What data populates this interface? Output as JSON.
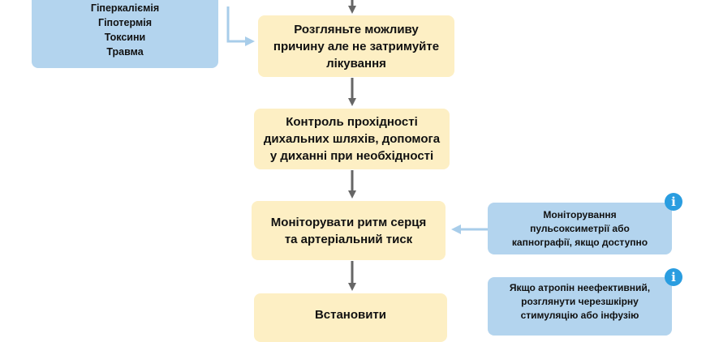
{
  "causes": {
    "items": [
      "Гіперкаліємія",
      "Гіпотермія",
      "Токсини",
      "Травма"
    ]
  },
  "steps": [
    {
      "lines": [
        "Розгляньте можливу",
        "причину але не затримуйте",
        "лікування"
      ]
    },
    {
      "lines": [
        "Контроль прохідності",
        "дихальних шляхів, допомога",
        "у диханні при необхідності"
      ]
    },
    {
      "lines": [
        "Моніторувати ритм серця",
        "та артеріальний тиск"
      ]
    },
    {
      "lines": [
        "Встановити"
      ]
    }
  ],
  "side_notes": [
    {
      "lines": [
        "Моніторування",
        "пульсоксиметрії або",
        "капнографії, якщо доступно"
      ],
      "icon": "info-icon"
    },
    {
      "lines": [
        "Якщо атропін неефективний,",
        "розглянути черезшкірну",
        "стимуляцію або інфузію"
      ],
      "icon": "info-icon"
    }
  ],
  "icon_glyph": "i",
  "colors": {
    "main_box": "#fdefc4",
    "side_box": "#b3d4ee",
    "arrow_gray": "#666666",
    "arrow_blue": "#a8cdea",
    "info_icon": "#2a9de0"
  }
}
